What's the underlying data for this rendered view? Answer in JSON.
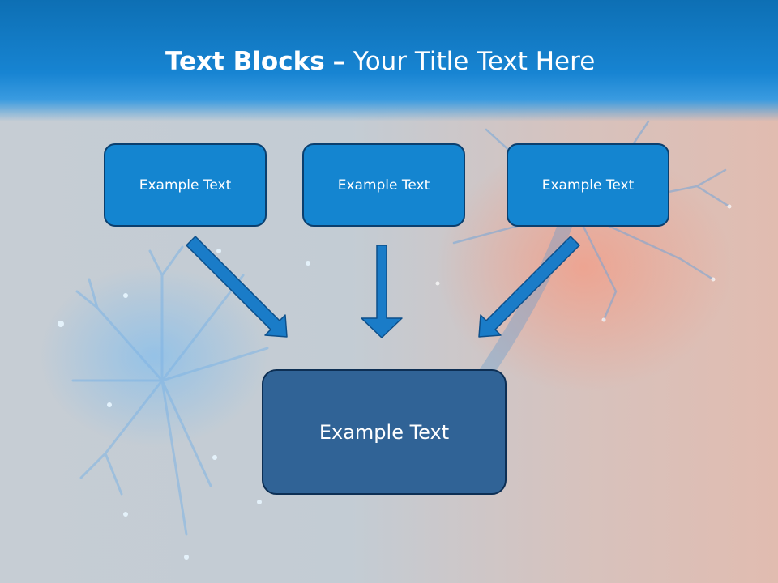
{
  "slide": {
    "title_bold": "Text Blocks",
    "title_dash": "–",
    "title_rest": "Your Title Text Here"
  },
  "boxes": [
    {
      "label": "Example Text"
    },
    {
      "label": "Example Text"
    },
    {
      "label": "Example Text"
    }
  ],
  "main_box": {
    "label": "Example Text"
  },
  "colors": {
    "header": "#1784d2",
    "box_fill": "#1485d0",
    "main_fill": "#306396",
    "arrow": "#1a7cc8"
  }
}
